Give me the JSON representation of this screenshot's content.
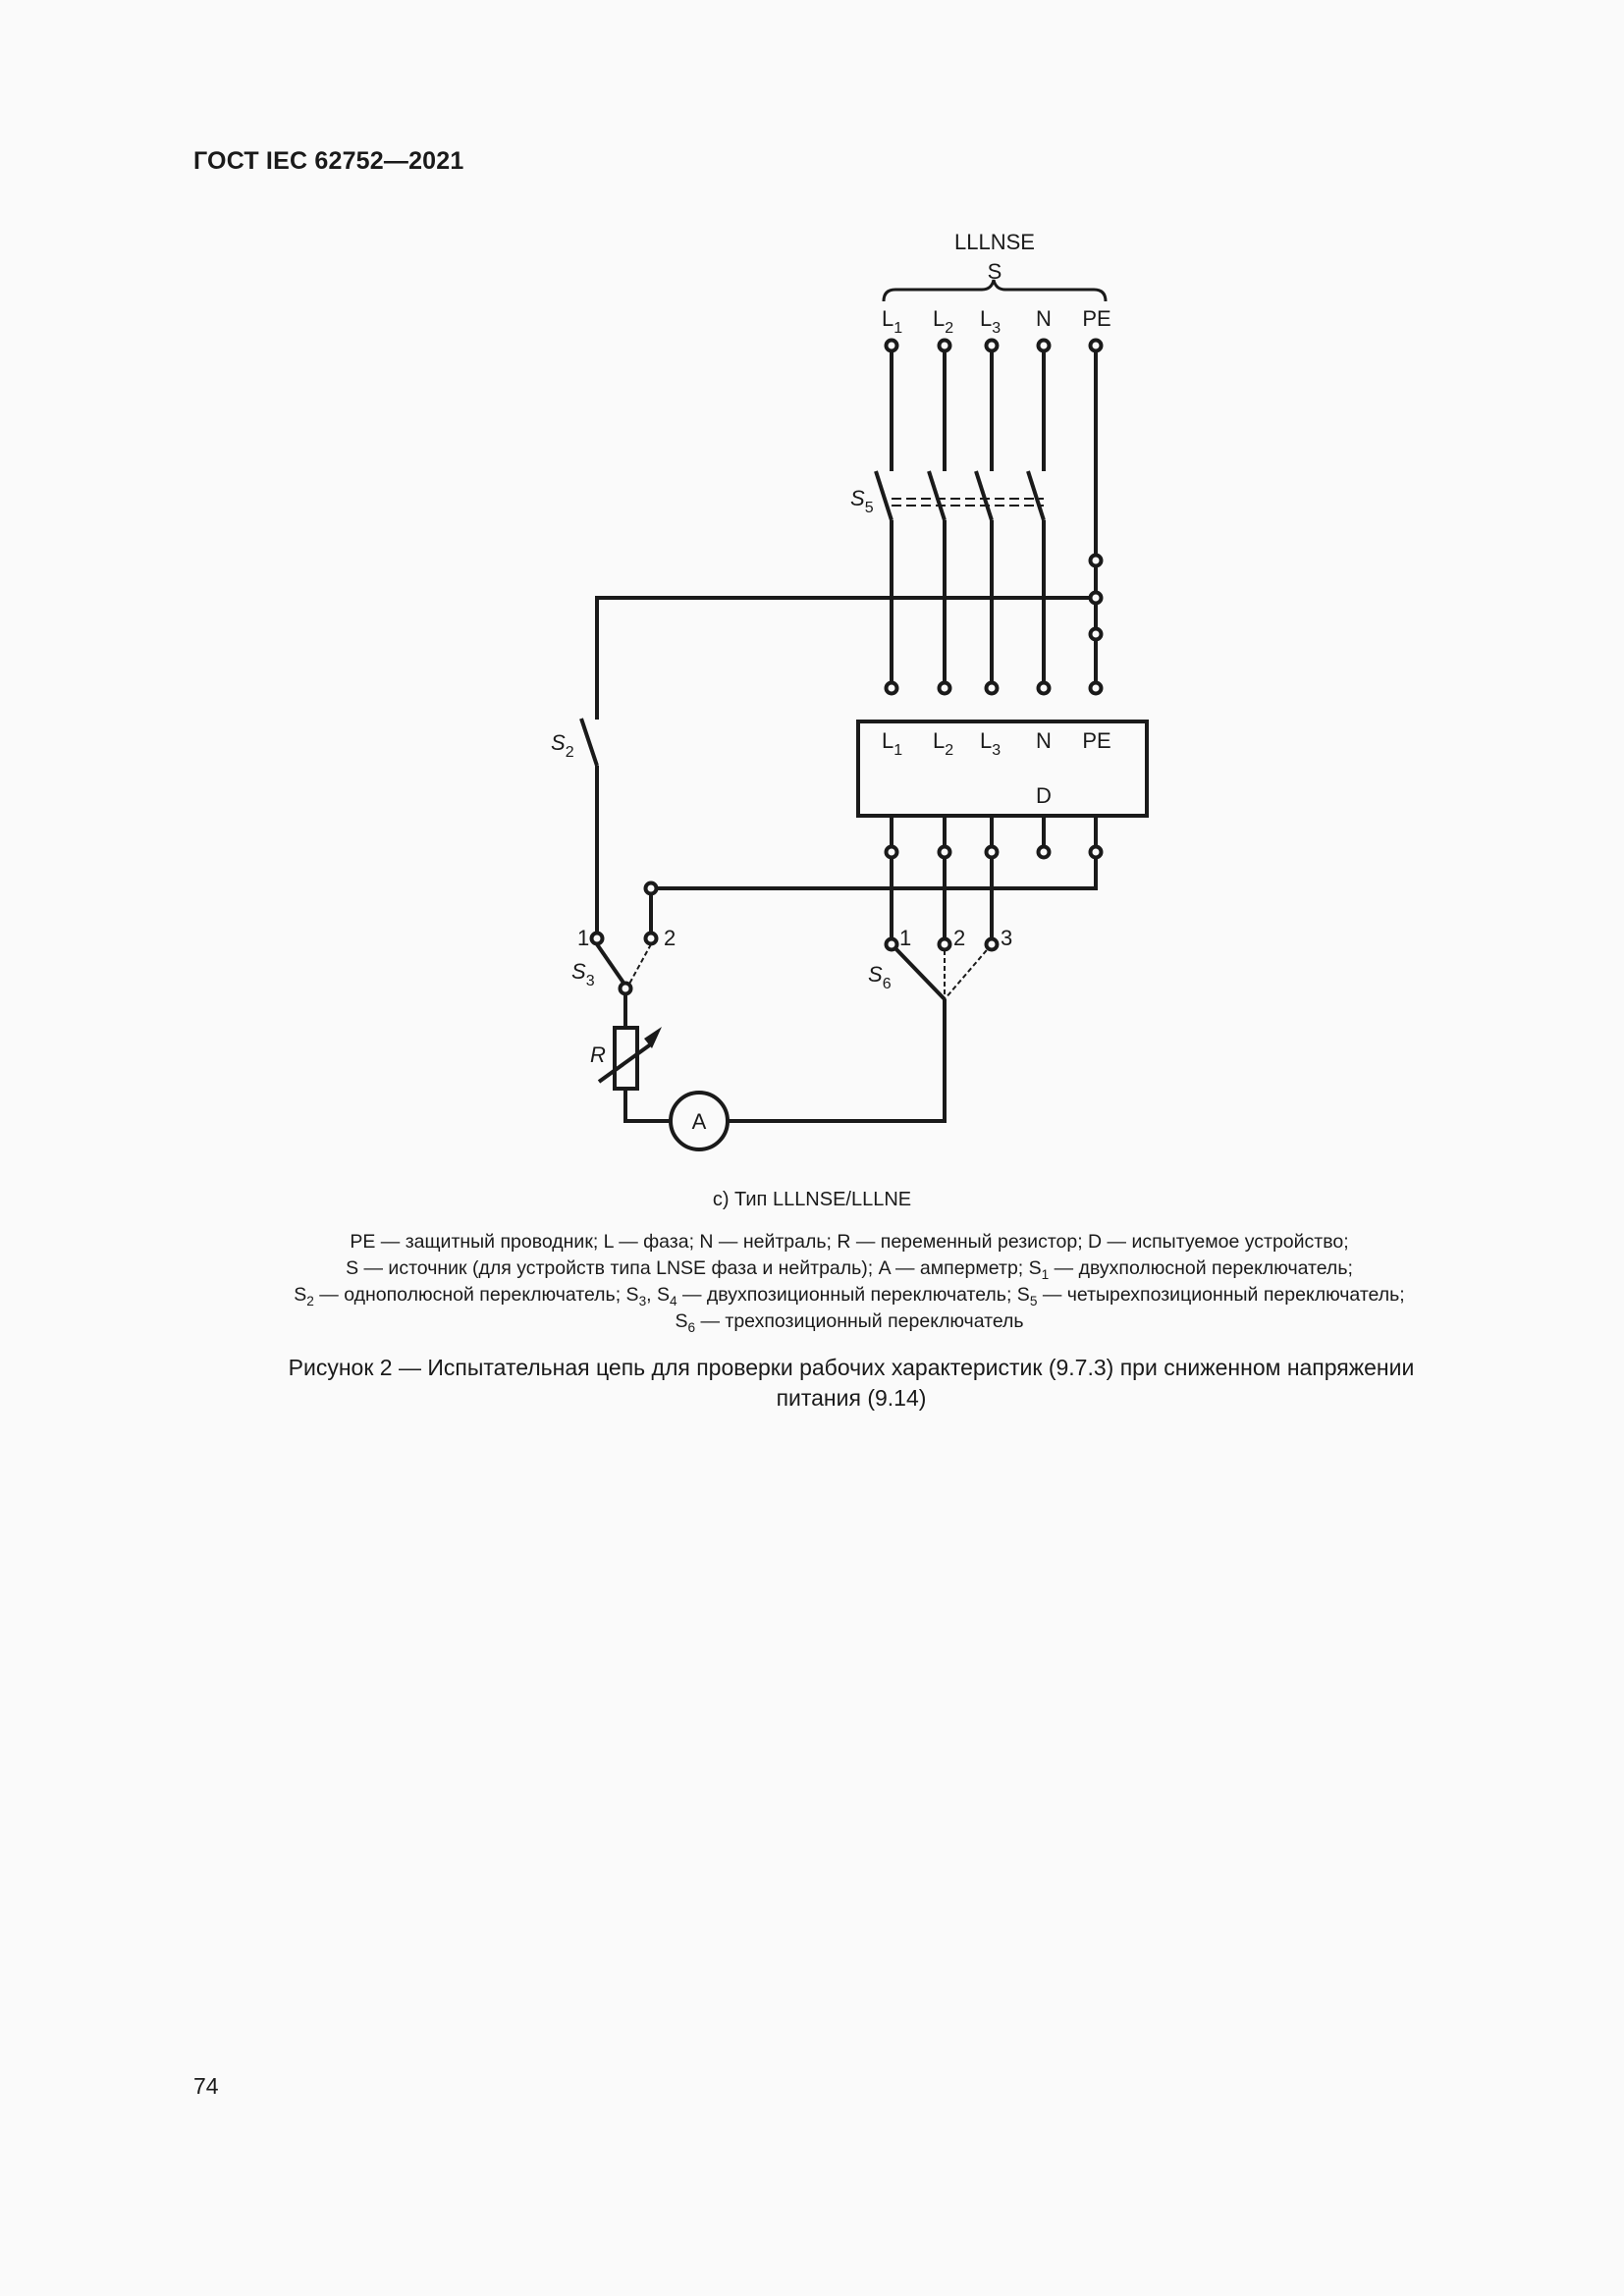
{
  "header": {
    "title": "ГОСТ IEC 62752—2021"
  },
  "diagram": {
    "source_type": "LLLNSE",
    "source_label": "S",
    "source_terminals": [
      {
        "base": "L",
        "sub": "1"
      },
      {
        "base": "L",
        "sub": "2"
      },
      {
        "base": "L",
        "sub": "3"
      },
      {
        "base": "N",
        "sub": ""
      },
      {
        "base": "PE",
        "sub": ""
      }
    ],
    "device_terminals": [
      {
        "base": "L",
        "sub": "1"
      },
      {
        "base": "L",
        "sub": "2"
      },
      {
        "base": "L",
        "sub": "3"
      },
      {
        "base": "N",
        "sub": ""
      },
      {
        "base": "PE",
        "sub": ""
      }
    ],
    "device_label": "D",
    "switches": {
      "s5": {
        "base": "S",
        "sub": "5"
      },
      "s2": {
        "base": "S",
        "sub": "2"
      },
      "s3": {
        "base": "S",
        "sub": "3",
        "positions": [
          "1",
          "2"
        ]
      },
      "s6": {
        "base": "S",
        "sub": "6",
        "positions": [
          "1",
          "2",
          "3"
        ]
      }
    },
    "resistor_label": "R",
    "ammeter_label": "A"
  },
  "caption": {
    "subfigure": "c)  Тип LLLNSE/LLLNE",
    "legend": {
      "line1": "PE — защитный проводник; L — фаза; N — нейтраль; R — переменный резистор; D — испытуемое устройство;",
      "line2_a": "S — источник (для устройств типа LNSE фаза и нейтраль); A — амперметр; S",
      "line2_sub": "1",
      "line2_b": " — двухполюсной переключатель;",
      "line3_a": "S",
      "line3_sub1": "2",
      "line3_b": " — однополюсной переключатель; S",
      "line3_sub2": "3",
      "line3_c": ", S",
      "line3_sub3": "4",
      "line3_d": " — двухпозиционный переключатель; S",
      "line3_sub4": "5",
      "line3_e": " — четырехпозиционный переключатель;",
      "line4_a": "S",
      "line4_sub": "6",
      "line4_b": " — трехпозиционный переключатель"
    },
    "figure_title_line1": "Рисунок 2 — Испытательная цепь для проверки рабочих характеристик (9.7.3) при сниженном напряжении",
    "figure_title_line2": "питания (9.14)"
  },
  "footer": {
    "page_number": "74"
  }
}
